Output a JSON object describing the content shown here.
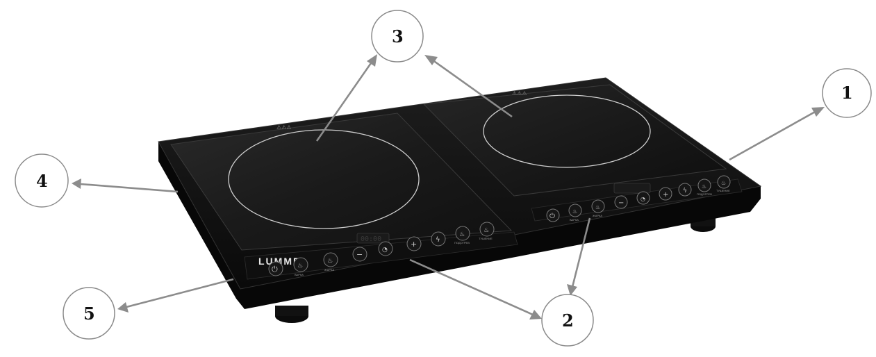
{
  "product": {
    "brand": "LUMME",
    "display_left": "00:00",
    "display_right": "",
    "button_labels_left": [
      "ВАРКА",
      "ЖАРКА",
      "",
      "",
      "",
      "",
      "ПОДОГРЕВ",
      "ТУШЕНИЕ"
    ],
    "button_labels_right": [
      "ВАРКА",
      "ЖАРКА",
      "",
      "",
      "",
      "",
      "ПОДОГРЕВ",
      "ТУШЕНИЕ"
    ]
  },
  "callouts": [
    {
      "id": 1,
      "label": "1"
    },
    {
      "id": 2,
      "label": "2"
    },
    {
      "id": 3,
      "label": "3"
    },
    {
      "id": 4,
      "label": "4"
    },
    {
      "id": 5,
      "label": "5"
    }
  ],
  "colors": {
    "body": "#121212",
    "glass": "#1b1b1b",
    "ring": "#cfcfcf",
    "arrow": "#8c8c8c",
    "circle_stroke": "#8a8a8a"
  }
}
